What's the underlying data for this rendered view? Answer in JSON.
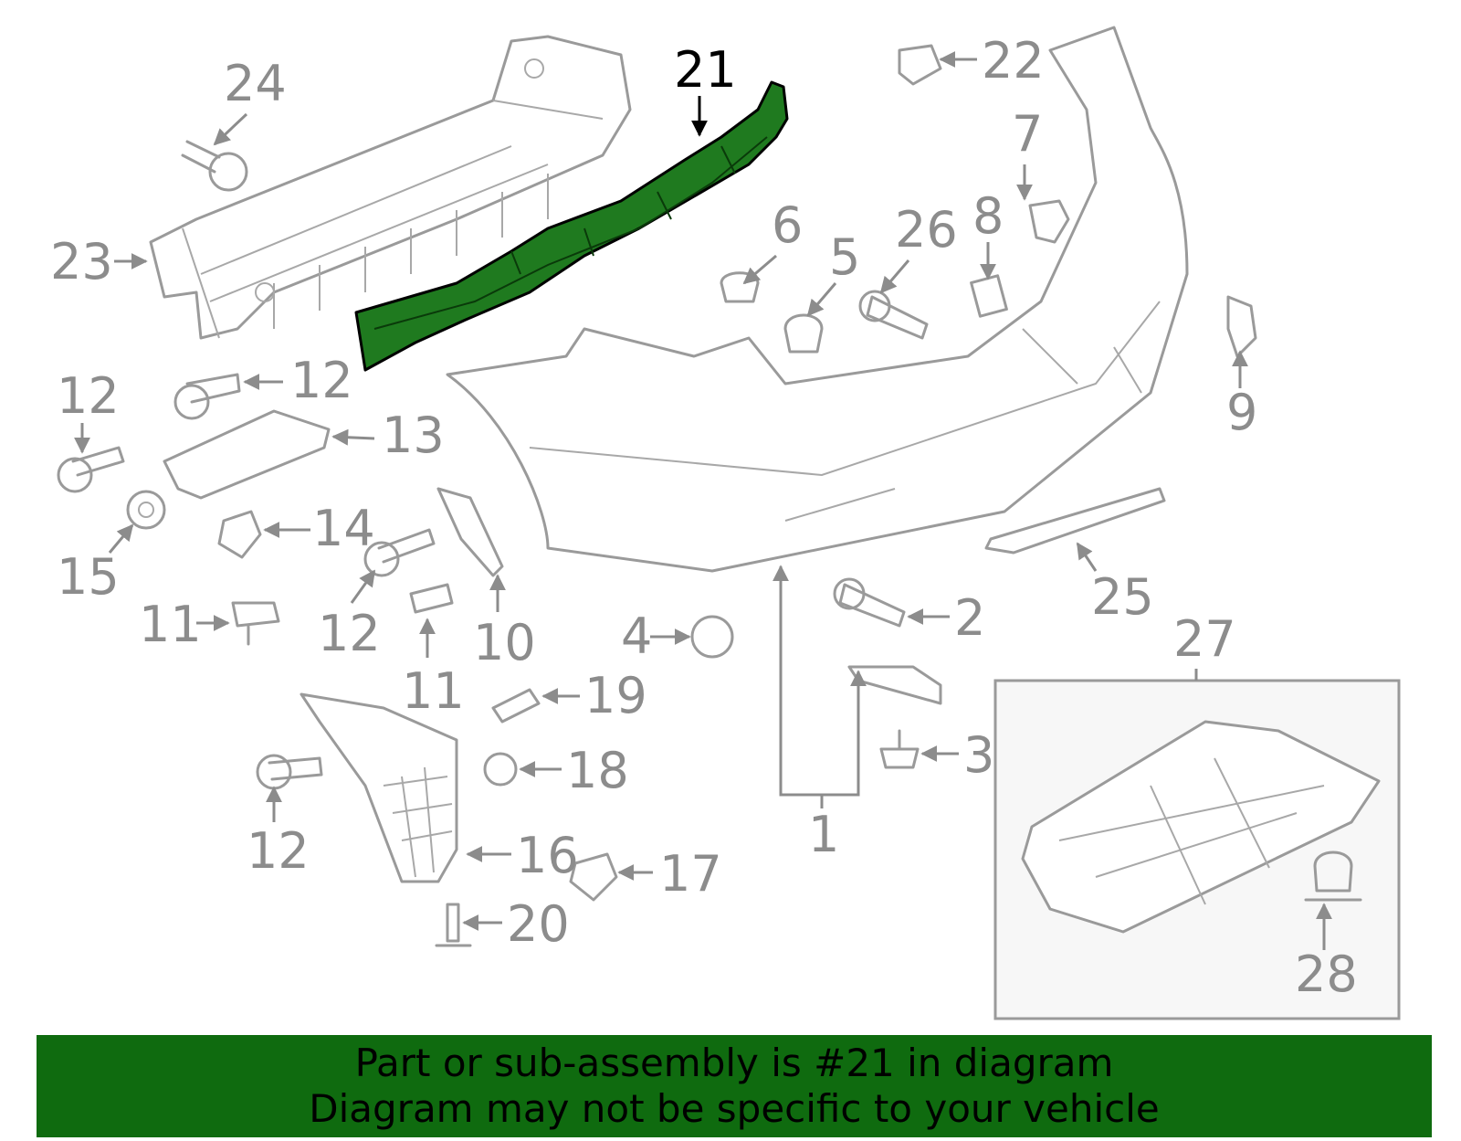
{
  "highlight_color": "#1f7a1f",
  "footer_color": "#0f6b0f",
  "callouts": {
    "c1": "1",
    "c2": "2",
    "c3": "3",
    "c4": "4",
    "c5": "5",
    "c6": "6",
    "c7": "7",
    "c8": "8",
    "c9": "9",
    "c10": "10",
    "c11a": "11",
    "c11b": "11",
    "c12a": "12",
    "c12b": "12",
    "c12c": "12",
    "c12d": "12",
    "c13": "13",
    "c14": "14",
    "c15": "15",
    "c16": "16",
    "c17": "17",
    "c18": "18",
    "c19": "19",
    "c20": "20",
    "c21": "21",
    "c22": "22",
    "c23": "23",
    "c24": "24",
    "c25": "25",
    "c26": "26",
    "c27": "27",
    "c28": "28"
  },
  "footer": {
    "line1": "Part or sub-assembly is #21 in diagram",
    "line2": "Diagram may not be specific to your vehicle"
  }
}
